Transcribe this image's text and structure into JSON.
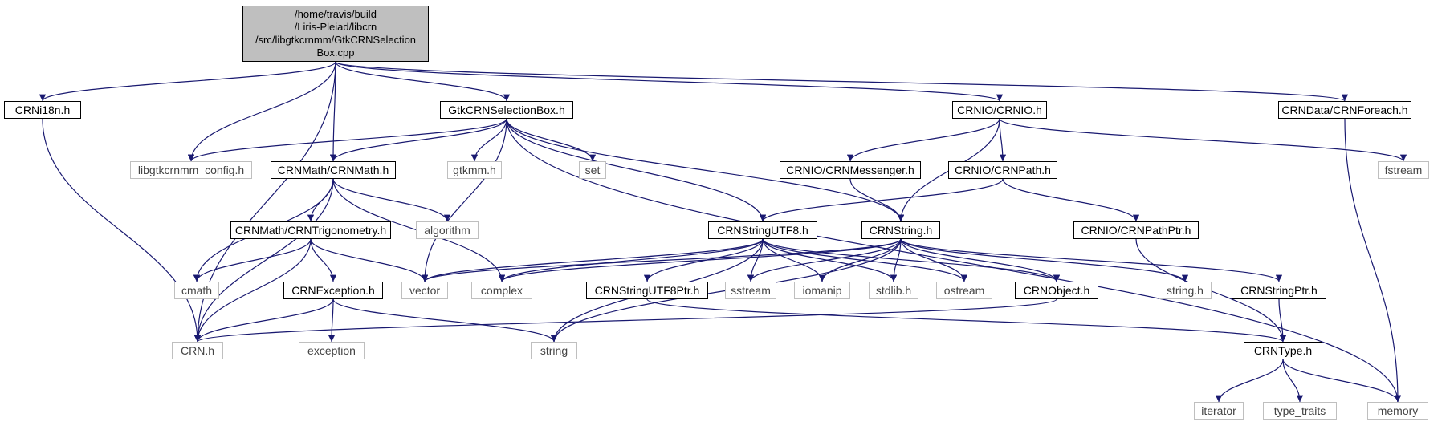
{
  "colors": {
    "edge": "#191970",
    "root_fill": "#bfbfbf",
    "internal_border": "#000000",
    "external_border": "#bfbfbf"
  },
  "nodes": [
    {
      "id": "root",
      "label": "/home/travis/build\n/Liris-Pleiad/libcrn\n/src/libgtkcrnmm/GtkCRNSelection\nBox.cpp",
      "kind": "root"
    },
    {
      "id": "crni18n",
      "label": "CRNi18n.h",
      "kind": "internal"
    },
    {
      "id": "gtksel",
      "label": "GtkCRNSelectionBox.h",
      "kind": "internal"
    },
    {
      "id": "crnio",
      "label": "CRNIO/CRNIO.h",
      "kind": "internal"
    },
    {
      "id": "foreach",
      "label": "CRNData/CRNForeach.h",
      "kind": "internal"
    },
    {
      "id": "libcfg",
      "label": "libgtkcrnmm_config.h",
      "kind": "external"
    },
    {
      "id": "crnmath",
      "label": "CRNMath/CRNMath.h",
      "kind": "internal"
    },
    {
      "id": "gtkmm",
      "label": "gtkmm.h",
      "kind": "external"
    },
    {
      "id": "set",
      "label": "set",
      "kind": "external"
    },
    {
      "id": "messenger",
      "label": "CRNIO/CRNMessenger.h",
      "kind": "internal"
    },
    {
      "id": "path",
      "label": "CRNIO/CRNPath.h",
      "kind": "internal"
    },
    {
      "id": "fstream",
      "label": "fstream",
      "kind": "external"
    },
    {
      "id": "trig",
      "label": "CRNMath/CRNTrigonometry.h",
      "kind": "internal"
    },
    {
      "id": "algorithm",
      "label": "algorithm",
      "kind": "external"
    },
    {
      "id": "utf8",
      "label": "CRNStringUTF8.h",
      "kind": "internal"
    },
    {
      "id": "crnstring",
      "label": "CRNString.h",
      "kind": "internal"
    },
    {
      "id": "pathptr",
      "label": "CRNIO/CRNPathPtr.h",
      "kind": "internal"
    },
    {
      "id": "cmath",
      "label": "cmath",
      "kind": "external"
    },
    {
      "id": "crnexc",
      "label": "CRNException.h",
      "kind": "internal"
    },
    {
      "id": "vector",
      "label": "vector",
      "kind": "external"
    },
    {
      "id": "complex",
      "label": "complex",
      "kind": "external"
    },
    {
      "id": "utf8ptr",
      "label": "CRNStringUTF8Ptr.h",
      "kind": "internal"
    },
    {
      "id": "sstream",
      "label": "sstream",
      "kind": "external"
    },
    {
      "id": "iomanip",
      "label": "iomanip",
      "kind": "external"
    },
    {
      "id": "stdlib",
      "label": "stdlib.h",
      "kind": "external"
    },
    {
      "id": "ostream",
      "label": "ostream",
      "kind": "external"
    },
    {
      "id": "crnobject",
      "label": "CRNObject.h",
      "kind": "internal"
    },
    {
      "id": "stringh",
      "label": "string.h",
      "kind": "external"
    },
    {
      "id": "stringptr",
      "label": "CRNStringPtr.h",
      "kind": "internal"
    },
    {
      "id": "crnh",
      "label": "CRN.h",
      "kind": "external"
    },
    {
      "id": "exception",
      "label": "exception",
      "kind": "external"
    },
    {
      "id": "string",
      "label": "string",
      "kind": "external"
    },
    {
      "id": "crntype",
      "label": "CRNType.h",
      "kind": "internal"
    },
    {
      "id": "iterator",
      "label": "iterator",
      "kind": "external"
    },
    {
      "id": "typetraits",
      "label": "type_traits",
      "kind": "external"
    },
    {
      "id": "memory",
      "label": "memory",
      "kind": "external"
    }
  ],
  "edges": [
    [
      "root",
      "crni18n"
    ],
    [
      "root",
      "libcfg"
    ],
    [
      "root",
      "crnmath"
    ],
    [
      "root",
      "gtksel"
    ],
    [
      "root",
      "crnio"
    ],
    [
      "root",
      "foreach"
    ],
    [
      "root",
      "crnh"
    ],
    [
      "crni18n",
      "crnh"
    ],
    [
      "gtksel",
      "libcfg"
    ],
    [
      "gtksel",
      "crnmath"
    ],
    [
      "gtksel",
      "gtkmm"
    ],
    [
      "gtksel",
      "set"
    ],
    [
      "gtksel",
      "vector"
    ],
    [
      "gtksel",
      "utf8"
    ],
    [
      "gtksel",
      "crnstring"
    ],
    [
      "gtksel",
      "memory"
    ],
    [
      "crnio",
      "messenger"
    ],
    [
      "crnio",
      "path"
    ],
    [
      "crnio",
      "crnstring"
    ],
    [
      "crnio",
      "fstream"
    ],
    [
      "foreach",
      "memory"
    ],
    [
      "crnmath",
      "trig"
    ],
    [
      "crnmath",
      "algorithm"
    ],
    [
      "crnmath",
      "complex"
    ],
    [
      "crnmath",
      "cmath"
    ],
    [
      "crnmath",
      "crnh"
    ],
    [
      "messenger",
      "crnstring"
    ],
    [
      "path",
      "utf8"
    ],
    [
      "path",
      "pathptr"
    ],
    [
      "trig",
      "cmath"
    ],
    [
      "trig",
      "vector"
    ],
    [
      "trig",
      "crnexc"
    ],
    [
      "trig",
      "crnh"
    ],
    [
      "utf8",
      "vector"
    ],
    [
      "utf8",
      "complex"
    ],
    [
      "utf8",
      "string"
    ],
    [
      "utf8",
      "sstream"
    ],
    [
      "utf8",
      "iomanip"
    ],
    [
      "utf8",
      "stdlib"
    ],
    [
      "utf8",
      "ostream"
    ],
    [
      "utf8",
      "crnobject"
    ],
    [
      "utf8",
      "utf8ptr"
    ],
    [
      "crnstring",
      "vector"
    ],
    [
      "crnstring",
      "complex"
    ],
    [
      "crnstring",
      "sstream"
    ],
    [
      "crnstring",
      "iomanip"
    ],
    [
      "crnstring",
      "stdlib"
    ],
    [
      "crnstring",
      "ostream"
    ],
    [
      "crnstring",
      "crnobject"
    ],
    [
      "crnstring",
      "stringh"
    ],
    [
      "crnstring",
      "stringptr"
    ],
    [
      "crnstring",
      "string"
    ],
    [
      "pathptr",
      "crntype"
    ],
    [
      "crnexc",
      "crnh"
    ],
    [
      "crnexc",
      "exception"
    ],
    [
      "crnexc",
      "string"
    ],
    [
      "crnobject",
      "crnh"
    ],
    [
      "utf8ptr",
      "crntype"
    ],
    [
      "stringptr",
      "crntype"
    ],
    [
      "crntype",
      "iterator"
    ],
    [
      "crntype",
      "typetraits"
    ],
    [
      "crntype",
      "memory"
    ]
  ]
}
